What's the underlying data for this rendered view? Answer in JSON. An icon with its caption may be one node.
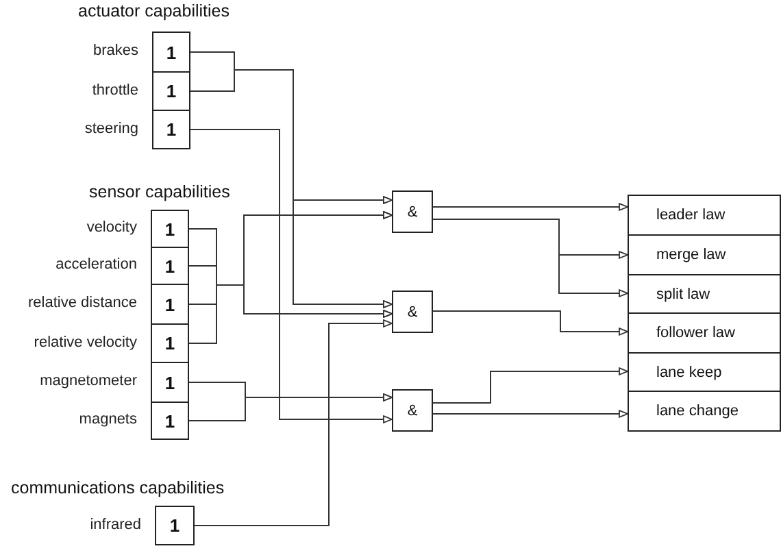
{
  "diagram": {
    "nodes": [
      {
        "text": [
          "1"
        ],
        "beside": [
          "brakes"
        ]
      },
      {
        "text": [
          "1"
        ],
        "beside": [
          "throttle"
        ]
      },
      {
        "text": [
          "1"
        ],
        "beside": [
          "steering"
        ]
      },
      {
        "text": [
          "1"
        ],
        "beside": [
          "velocity"
        ]
      },
      {
        "text": [
          "1"
        ],
        "beside": [
          "acceleration"
        ]
      },
      {
        "text": [
          "1"
        ],
        "beside": [
          "relative distance"
        ]
      },
      {
        "text": [
          "1"
        ],
        "beside": [
          "relative velocity"
        ]
      },
      {
        "text": [
          "1"
        ],
        "beside": [
          "magnetometer"
        ]
      },
      {
        "text": [
          "1"
        ],
        "beside": [
          "magnets"
        ]
      },
      {
        "text": [
          "1"
        ],
        "beside": [
          "infrared"
        ]
      },
      {
        "text": [
          "&"
        ]
      },
      {
        "text": [
          "&"
        ]
      },
      {
        "text": [
          "&"
        ]
      },
      {
        "text": [
          "leader law"
        ]
      },
      {
        "text": [
          "merge law"
        ]
      },
      {
        "text": [
          "split law"
        ]
      },
      {
        "text": [
          "follower law"
        ]
      },
      {
        "text": [
          "lane keep"
        ]
      },
      {
        "text": [
          "lane change"
        ]
      }
    ],
    "edges": [
      {
        "from": 0,
        "to": 10,
        "arrow": "to"
      },
      {
        "from": 1,
        "to": 10,
        "arrow": "to"
      },
      {
        "from": 3,
        "to": 10,
        "arrow": "to"
      },
      {
        "from": 4,
        "to": 10,
        "arrow": "to"
      },
      {
        "from": 5,
        "to": 10,
        "arrow": "to"
      },
      {
        "from": 6,
        "to": 10,
        "arrow": "to"
      },
      {
        "from": 0,
        "to": 11,
        "arrow": "to"
      },
      {
        "from": 1,
        "to": 11,
        "arrow": "to"
      },
      {
        "from": 3,
        "to": 11,
        "arrow": "to"
      },
      {
        "from": 4,
        "to": 11,
        "arrow": "to"
      },
      {
        "from": 5,
        "to": 11,
        "arrow": "to"
      },
      {
        "from": 6,
        "to": 11,
        "arrow": "to"
      },
      {
        "from": 9,
        "to": 11,
        "arrow": "to"
      },
      {
        "from": 7,
        "to": 12,
        "arrow": "to"
      },
      {
        "from": 8,
        "to": 12,
        "arrow": "to"
      },
      {
        "from": 2,
        "to": 12,
        "arrow": "to"
      },
      {
        "from": 10,
        "to": 13,
        "arrow": "to"
      },
      {
        "from": 10,
        "to": 14,
        "arrow": "to"
      },
      {
        "from": 10,
        "to": 15,
        "arrow": "to"
      },
      {
        "from": 11,
        "to": 16,
        "arrow": "to"
      },
      {
        "from": 12,
        "to": 17,
        "arrow": "to"
      },
      {
        "from": 12,
        "to": 18,
        "arrow": "to"
      }
    ],
    "labels": [
      "actuator capabilities",
      "sensor capabilities",
      "communications capabilities"
    ]
  }
}
